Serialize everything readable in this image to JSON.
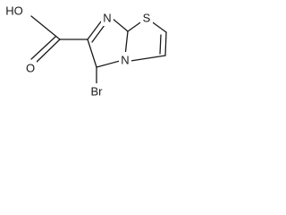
{
  "structure": {
    "atoms": {
      "hydroxyl": "HO",
      "carbonyl_oxygen": "O",
      "ring_nitrogen_top": "N",
      "ring_nitrogen_bridge": "N",
      "sulfur": "S",
      "bromine": "Br"
    }
  }
}
